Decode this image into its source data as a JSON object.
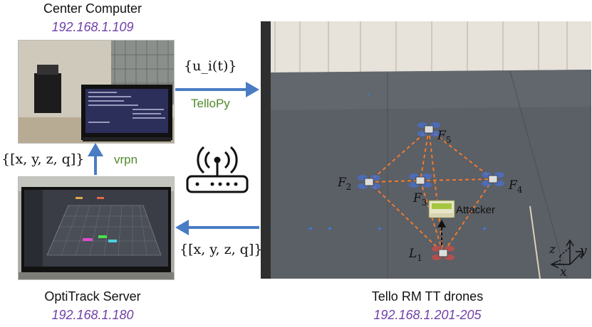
{
  "center": {
    "title": "Center Computer",
    "ip": "192.168.1.109"
  },
  "optitrack": {
    "title": "OptiTrack Server",
    "ip": "192.168.1.180"
  },
  "drones": {
    "title": "Tello RM TT drones",
    "ip": "192.168.1.201-205"
  },
  "arrows": {
    "control_label": "{u_i(t)}",
    "control_protocol": "TelloPy",
    "state_label_left": "{[x, y, z, q]}",
    "state_label_right": "{[x, y, z, q]}",
    "state_protocol": "vrpn"
  },
  "formation": {
    "nodes": [
      {
        "id": "F5",
        "name": "F",
        "sub": "5"
      },
      {
        "id": "F2",
        "name": "F",
        "sub": "2"
      },
      {
        "id": "F3",
        "name": "F",
        "sub": "3"
      },
      {
        "id": "F4",
        "name": "F",
        "sub": "4"
      },
      {
        "id": "L1",
        "name": "L",
        "sub": "1"
      }
    ],
    "attacker_label": "Attacker"
  },
  "axes": {
    "z": "z",
    "y": "y",
    "x": "x"
  },
  "colors": {
    "arrow": "#4a7cc4",
    "ip": "#6f3fa8",
    "protocol": "#4f8a2b",
    "formation_line": "#f07b2c",
    "floor": "#5b5f66"
  },
  "icons": {
    "router": "wifi-router-icon"
  }
}
